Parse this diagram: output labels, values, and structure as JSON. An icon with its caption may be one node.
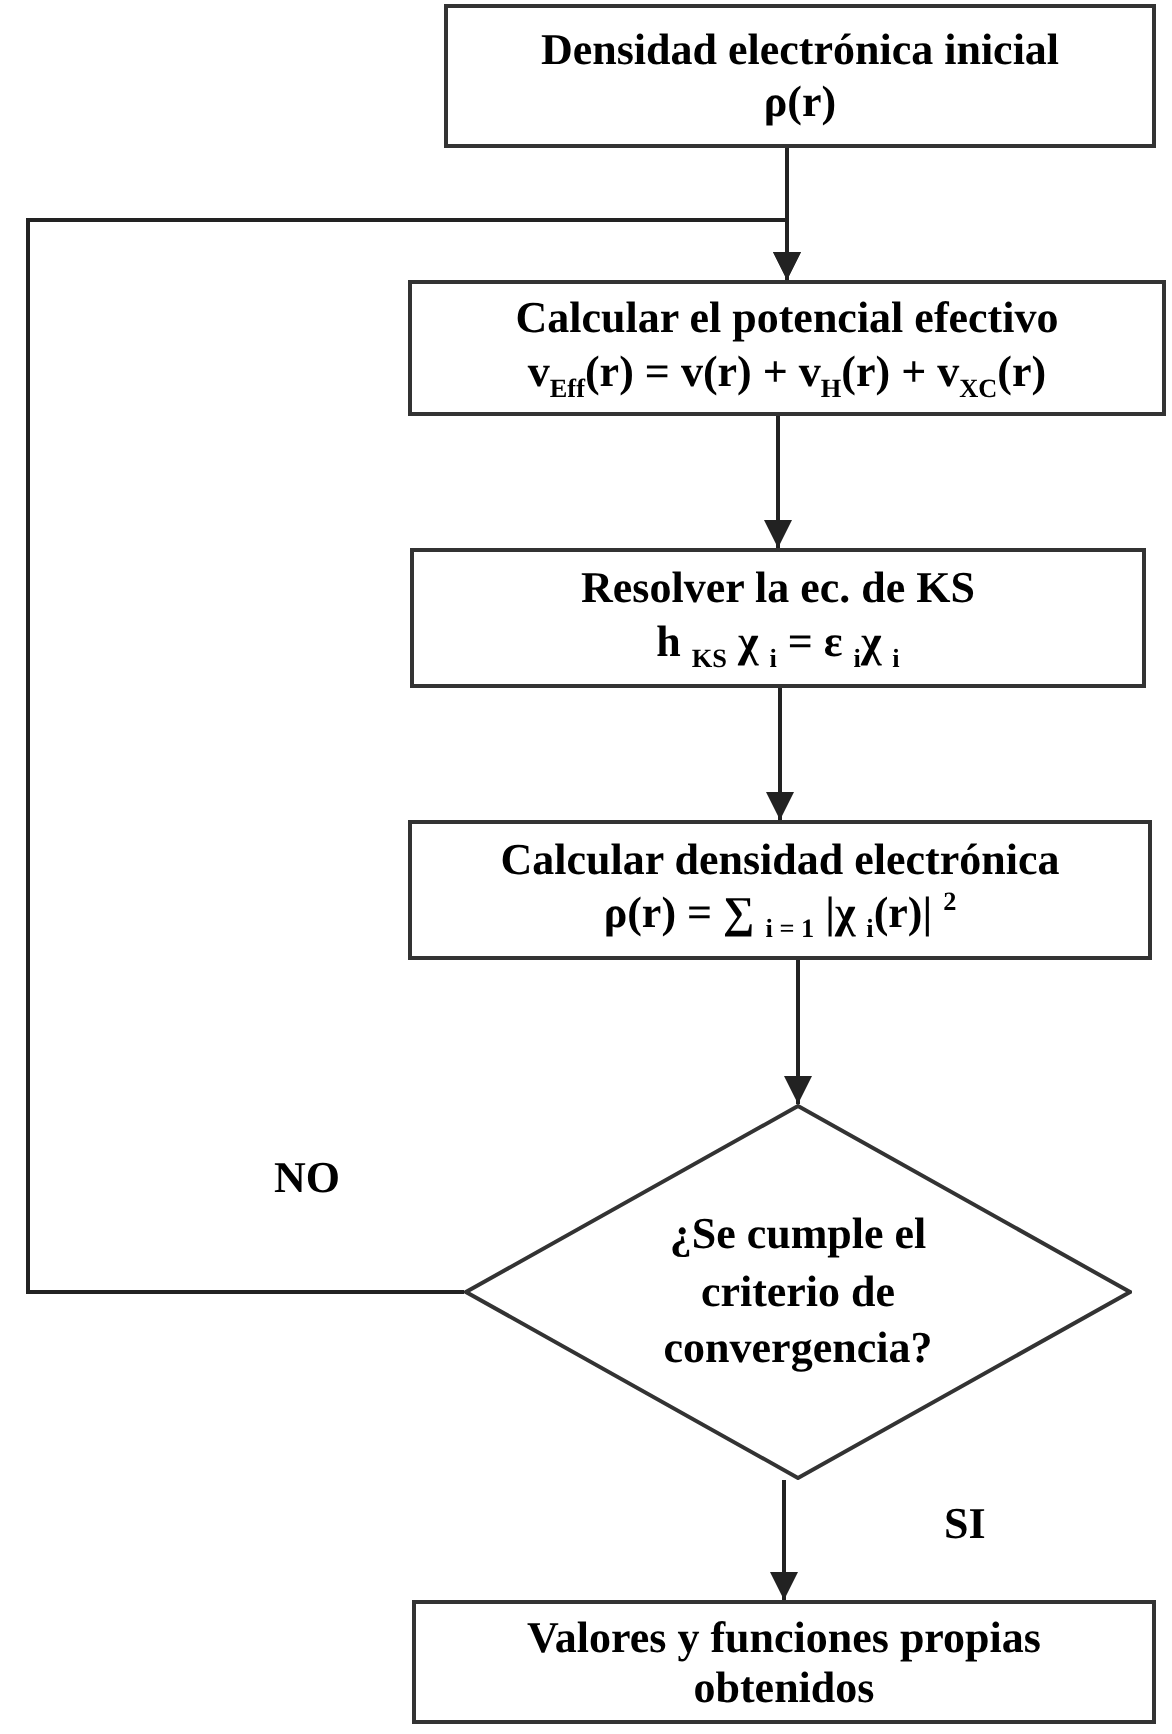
{
  "diagram": {
    "nodes": [
      {
        "text": [
          "Densidad electrónica inicial",
          "ρ(r)"
        ]
      },
      {
        "text": [
          "Calcular el potencial efectivo",
          "v$_{Eff}$(r) = v(r) + v$_{H}$(r) + v$_{XC}$(r)"
        ]
      },
      {
        "text": [
          "Resolver la ec. de KS",
          "h $_{KS}$ χ $_{i}$ = ε $_{i}$χ $_{i}$"
        ]
      },
      {
        "text": [
          "Calcular densidad electrónica",
          "ρ(r) = ∑ $_{i = 1}$ |χ $_{i}$(r)| $^{2}$"
        ]
      },
      {
        "text": [
          "¿Se cumple el criterio de convergencia?"
        ]
      },
      {
        "text": [
          "Valores y funciones propias obtenidos"
        ]
      }
    ],
    "edges": [
      {
        "from": 0,
        "to": 1,
        "arrow": "to"
      },
      {
        "from": 1,
        "to": 2,
        "arrow": "to"
      },
      {
        "from": 2,
        "to": 3,
        "arrow": "to"
      },
      {
        "from": 3,
        "to": 4,
        "arrow": "to"
      },
      {
        "from": 4,
        "to": 1,
        "arrow": "to",
        "label": "NO"
      },
      {
        "from": 4,
        "to": 5,
        "arrow": "to",
        "label": "SI"
      }
    ]
  }
}
